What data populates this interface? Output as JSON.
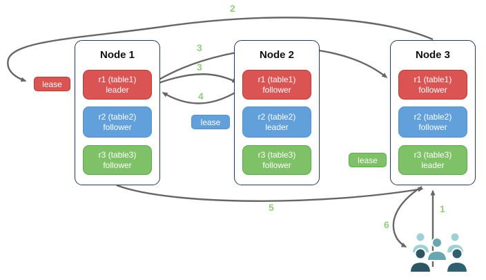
{
  "diagram": {
    "title": "replication-leaseholder-flow",
    "nodes": [
      {
        "title": "Node 1",
        "replicas": [
          {
            "label": "r1 (table1)",
            "role": "leader",
            "color": "#d95452"
          },
          {
            "label": "r2 (table2)",
            "role": "follower",
            "color": "#61a0db"
          },
          {
            "label": "r3 (table3)",
            "role": "follower",
            "color": "#7ec166"
          }
        ]
      },
      {
        "title": "Node 2",
        "replicas": [
          {
            "label": "r1 (table1)",
            "role": "follower",
            "color": "#d95452"
          },
          {
            "label": "r2 (table2)",
            "role": "leader",
            "color": "#61a0db"
          },
          {
            "label": "r3 (table3)",
            "role": "follower",
            "color": "#7ec166"
          }
        ]
      },
      {
        "title": "Node 3",
        "replicas": [
          {
            "label": "r1 (table1)",
            "role": "follower",
            "color": "#d95452"
          },
          {
            "label": "r2 (table2)",
            "role": "follower",
            "color": "#61a0db"
          },
          {
            "label": "r3 (table3)",
            "role": "leader",
            "color": "#7ec166"
          }
        ]
      }
    ],
    "leases": [
      {
        "label": "lease",
        "color": "#d95452",
        "near": "Node 1"
      },
      {
        "label": "lease",
        "color": "#61a0db",
        "near": "Node 2"
      },
      {
        "label": "lease",
        "color": "#7ec166",
        "near": "Node 3"
      }
    ],
    "steps": {
      "s1": "1",
      "s2": "2",
      "s3a": "3",
      "s3b": "3",
      "s4": "4",
      "s5": "5",
      "s6": "6"
    },
    "icons": {
      "users": "users-icon"
    },
    "colors": {
      "replica_red": "#d95452",
      "replica_blue": "#61a0db",
      "replica_green": "#7ec166",
      "node_border": "#1f3a5f",
      "arrow": "#666666",
      "step_label": "#93cd7e",
      "users_light": "#9cd1d6",
      "users_mid": "#68a7b0",
      "users_dark": "#2e5c6e"
    }
  }
}
